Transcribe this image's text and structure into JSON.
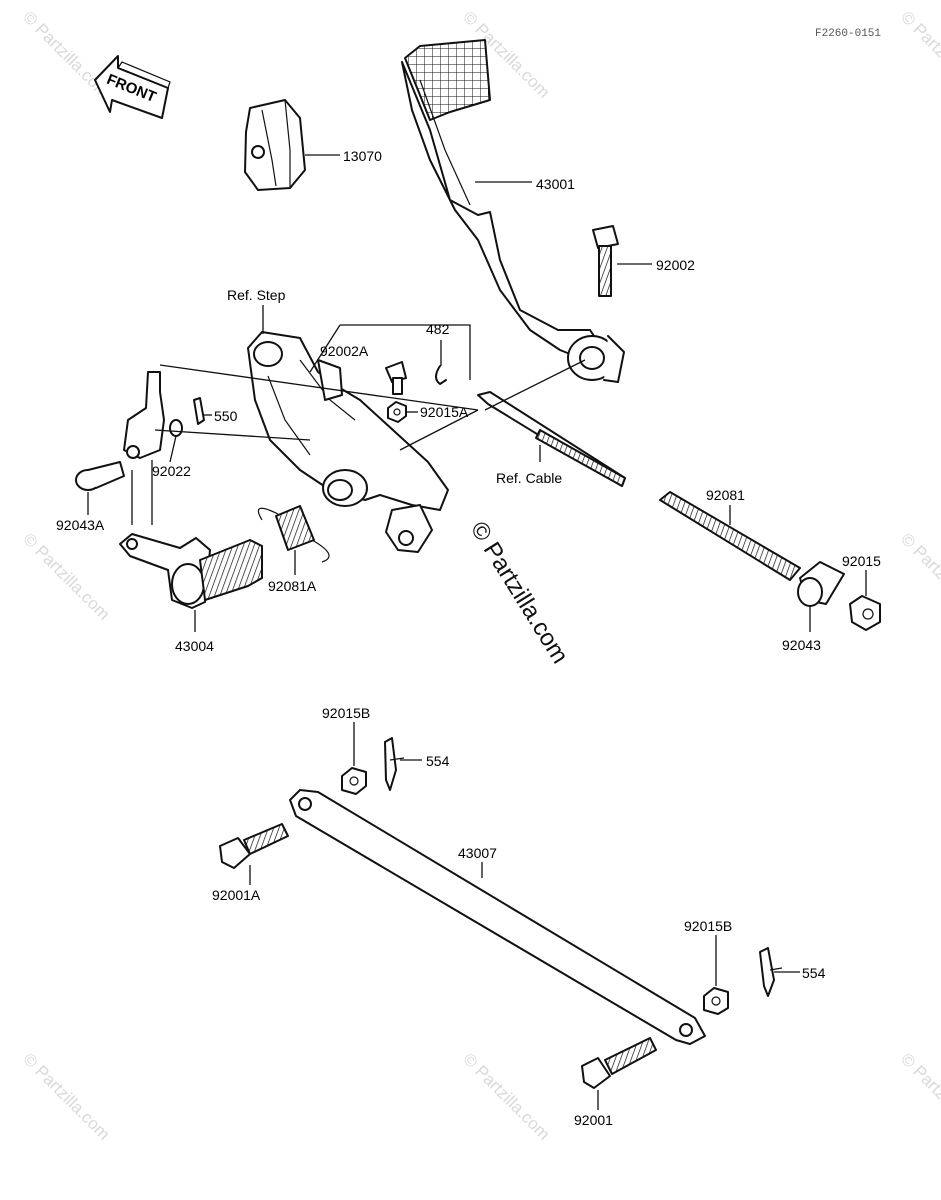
{
  "diagram_code": "F2260-0151",
  "front_arrow_label": "FRONT",
  "watermark_main": "© Partzilla.com",
  "watermark_small": "© Partzilla.com",
  "callouts": {
    "p13070": "13070",
    "p43001": "43001",
    "p92002": "92002",
    "ref_step": "Ref. Step",
    "p482": "482",
    "p92002A": "92002A",
    "p92015A": "92015A",
    "p550": "550",
    "p92022": "92022",
    "ref_cable": "Ref. Cable",
    "p92043A": "92043A",
    "p92081": "92081",
    "p92081A": "92081A",
    "p92015": "92015",
    "p43004": "43004",
    "p92043": "92043",
    "p92015B_top": "92015B",
    "p554_top": "554",
    "p43007": "43007",
    "p92001A": "92001A",
    "p92015B_bottom": "92015B",
    "p554_bottom": "554",
    "p92001": "92001"
  }
}
